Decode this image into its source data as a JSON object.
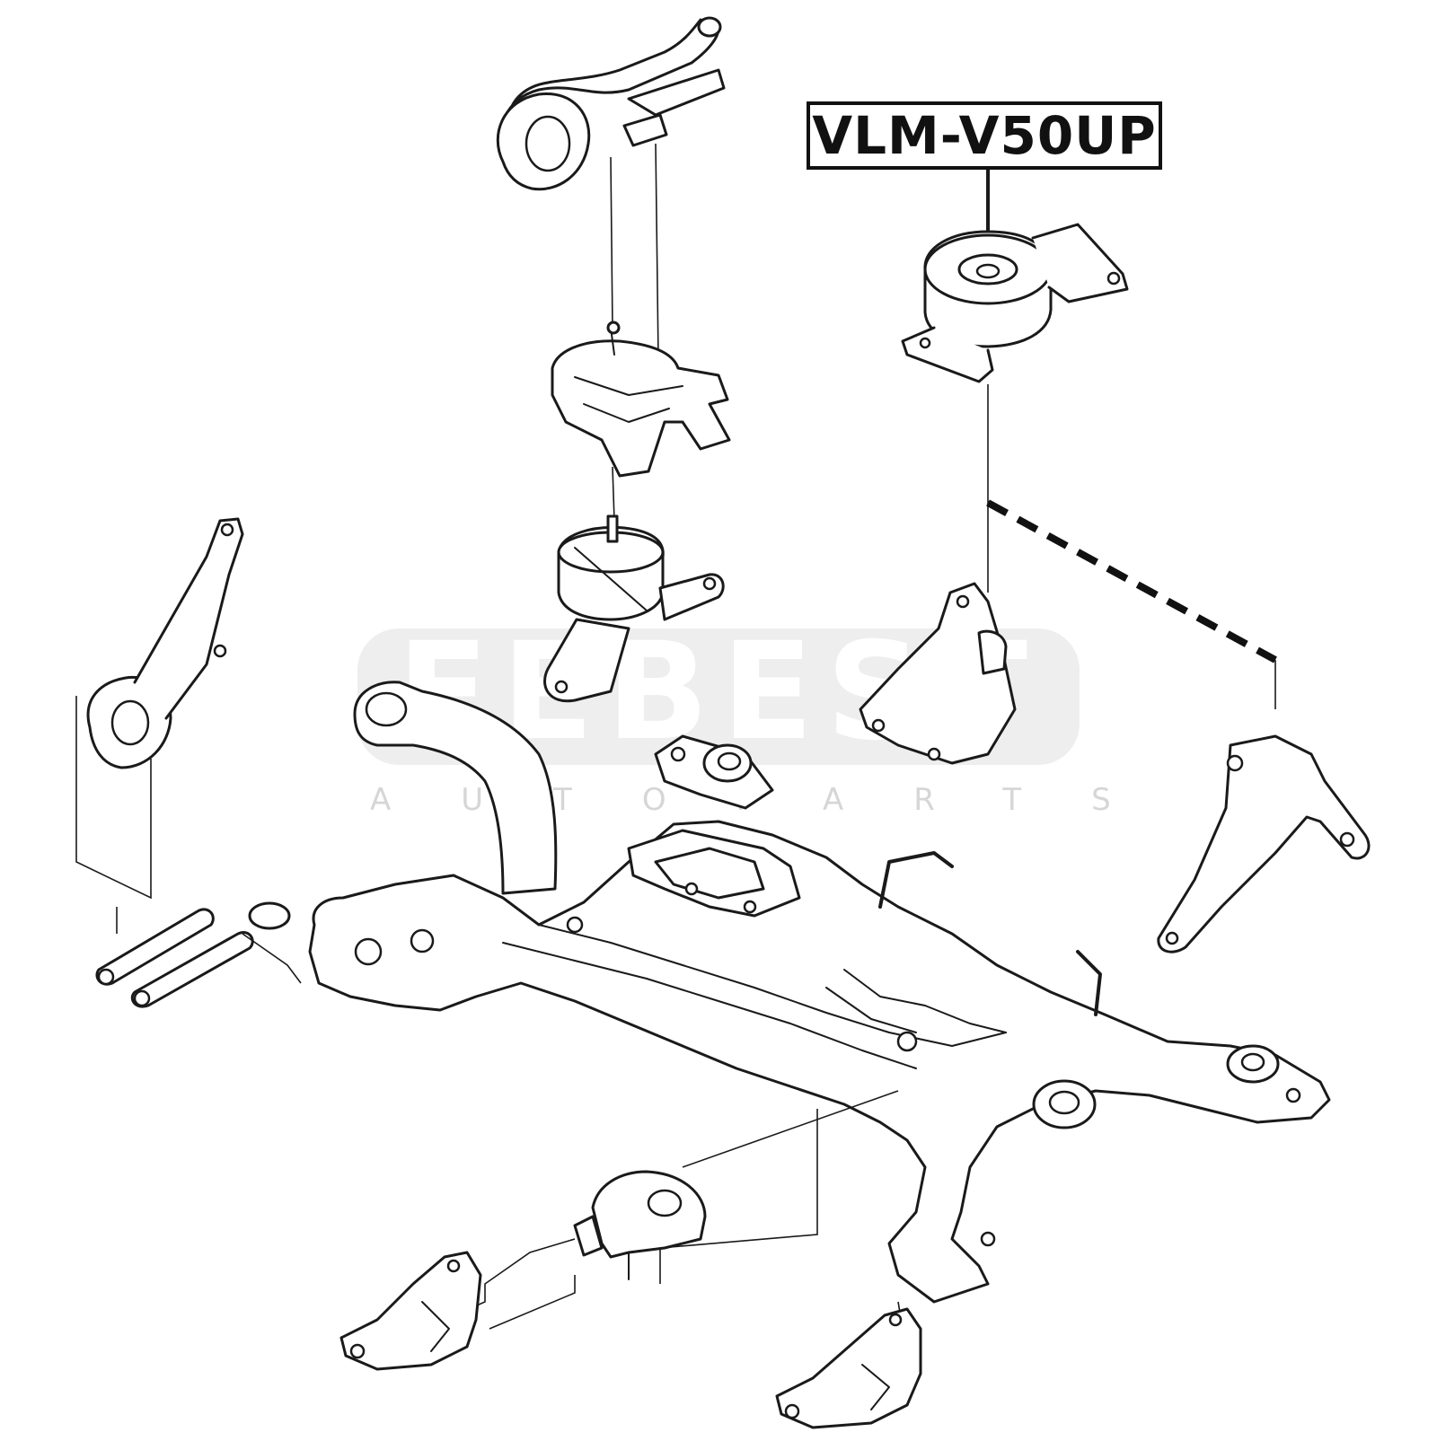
{
  "callout": {
    "part_number": "VLM-V50UP"
  },
  "watermark": {
    "brand": "FEBEST",
    "tagline": "AUTOPARTS"
  },
  "colors": {
    "line": "#1a1a1a",
    "background": "#ffffff",
    "watermark": "#e6e6e6"
  }
}
